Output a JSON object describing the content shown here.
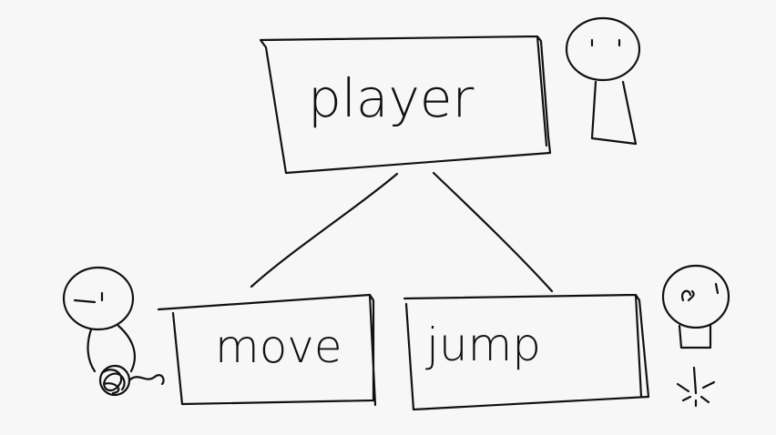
{
  "diagram": {
    "root": {
      "label": "player"
    },
    "children": [
      {
        "label": "move"
      },
      {
        "label": "jump"
      }
    ]
  },
  "colors": {
    "background": "#f7f7f7",
    "ink": "#111111"
  }
}
